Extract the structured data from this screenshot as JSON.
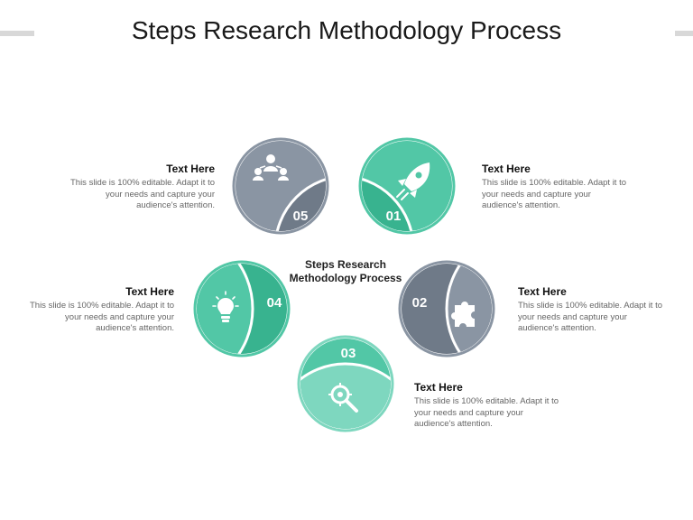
{
  "title": "Steps Research Methodology Process",
  "center_label": "Steps Research Methodology Process",
  "colors": {
    "teal": "#52c7a6",
    "teal_dark": "#38b38f",
    "teal_light": "#7ed7bf",
    "gray": "#8a95a3",
    "gray_dark": "#6f7a88",
    "white": "#ffffff"
  },
  "steps": [
    {
      "number": "01",
      "icon": "rocket-icon",
      "heading": "Text Here",
      "body": "This slide is 100% editable. Adapt it to your needs and capture your audience's attention."
    },
    {
      "number": "02",
      "icon": "puzzle-icon",
      "heading": "Text Here",
      "body": "This slide is 100% editable. Adapt it to your needs and capture your audience's attention."
    },
    {
      "number": "03",
      "icon": "search-target-icon",
      "heading": "Text Here",
      "body": "This slide is 100% editable. Adapt it to your needs and capture your audience's attention."
    },
    {
      "number": "04",
      "icon": "lightbulb-icon",
      "heading": "Text Here",
      "body": "This slide is 100% editable. Adapt it to your needs and capture your audience's attention."
    },
    {
      "number": "05",
      "icon": "team-network-icon",
      "heading": "Text Here",
      "body": "This slide is 100% editable. Adapt it to your needs and capture your audience's attention."
    }
  ]
}
